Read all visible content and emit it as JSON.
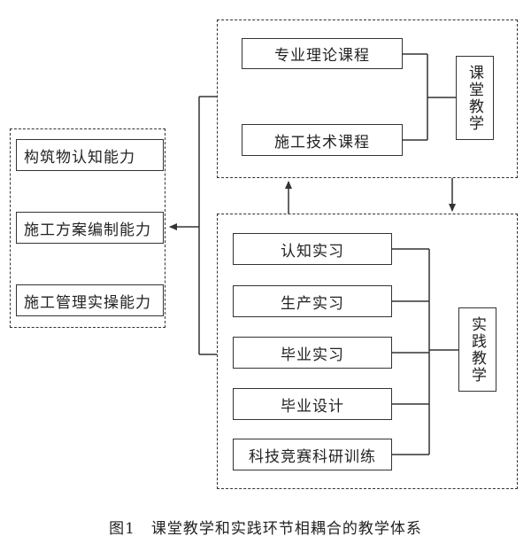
{
  "classroom": {
    "label": "课堂教学",
    "courses": [
      "专业理论课程",
      "施工技术课程"
    ]
  },
  "practice": {
    "label": "实践教学",
    "items": [
      "认知实习",
      "生产实习",
      "毕业实习",
      "毕业设计",
      "科技竞赛科研训练"
    ]
  },
  "abilities": [
    "构筑物认知能力",
    "施工方案编制能力",
    "施工管理实操能力"
  ],
  "caption": {
    "number": "图1",
    "text": "课堂教学和实践环节相耦合的教学体系"
  }
}
